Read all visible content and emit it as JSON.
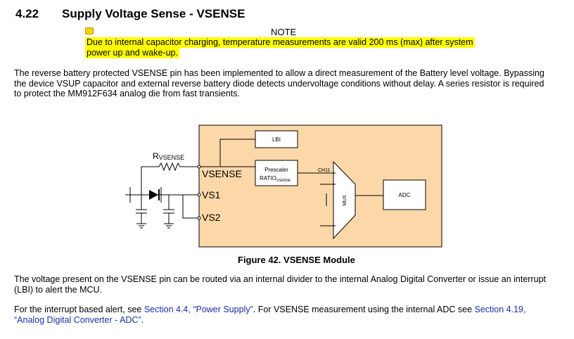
{
  "section": {
    "number": "4.22",
    "title": "Supply Voltage Sense - VSENSE"
  },
  "note": {
    "label": "NOTE",
    "line1": "Due to internal capacitor charging, temperature measurements are valid 200 ms (max) after system",
    "line2": "power up and wake-up."
  },
  "para1": {
    "line1": "The reverse battery protected VSENSE pin has been implemented to allow a direct measurement of the Battery level voltage. Bypassing",
    "line2": "the device VSUP capacitor and external reverse battery diode detects undervoltage conditions without delay. A series resistor is required",
    "line3": "to protect the MM912F634 analog die from fast transients."
  },
  "figure": {
    "lbi": "LBI",
    "prescaler_line1": "Prescaler",
    "prescaler_ratio": "RATIO",
    "prescaler_sub": "VSENSE",
    "ch11": "CH11",
    "mux": "MUX",
    "adc": "ADC",
    "pin_vsense": "VSENSE",
    "pin_vs1": "VS1",
    "pin_vs2": "VS2",
    "resistor_main": "R",
    "resistor_sub": "VSENSE",
    "caption": "Figure 42. VSENSE Module",
    "colors": {
      "block_fill": "#fcd7a8",
      "wire": "#000000"
    }
  },
  "para2": {
    "line1": "The voltage present on the VSENSE pin can be routed via an internal divider to the internal Analog Digital Converter or issue an interrupt",
    "line2": "(LBI) to alert the MCU."
  },
  "para3": {
    "prefix": "For the interrupt based alert, see ",
    "link1": "Section 4.4, “Power Supply”",
    "middle": ". For VSENSE measurement using the internal ADC see ",
    "link2_part1": "Section 4.19,",
    "link2_part2": "“Analog Digital Converter - ADC”",
    "suffix": "."
  }
}
